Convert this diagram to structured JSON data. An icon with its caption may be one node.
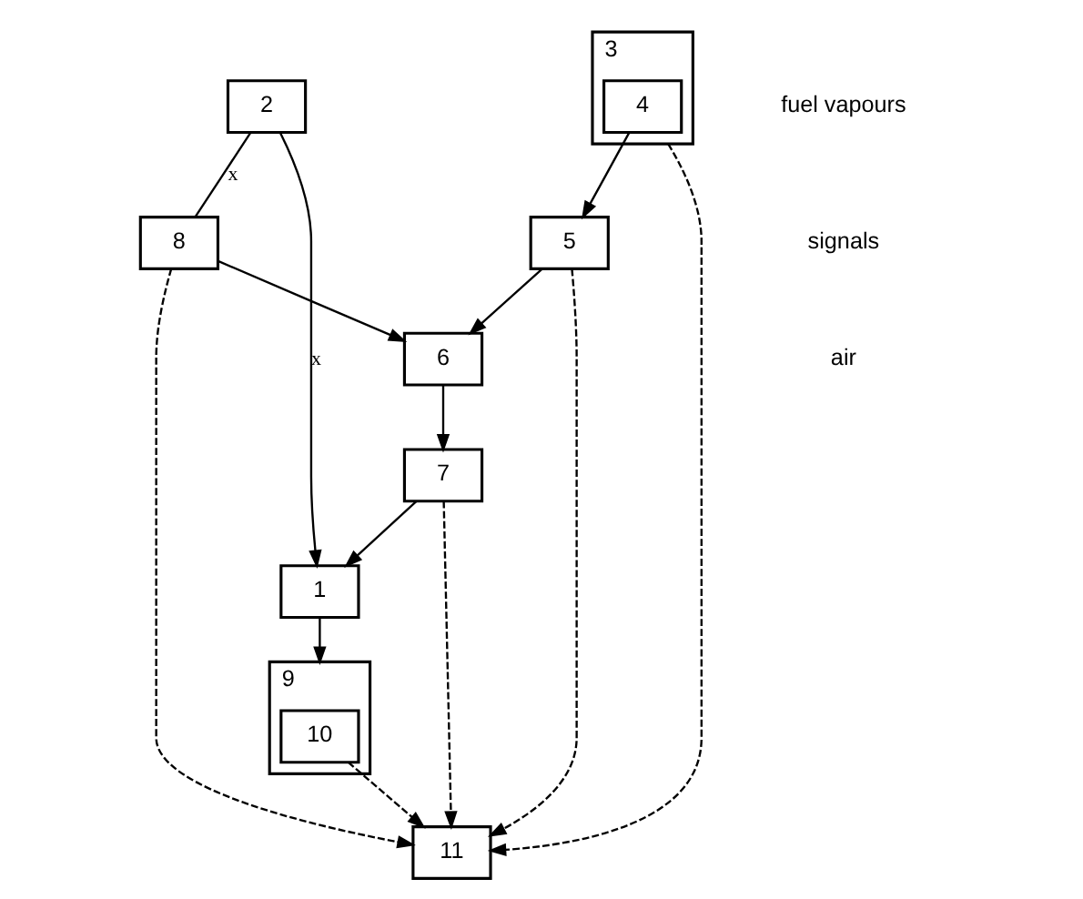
{
  "diagram": {
    "nodes": [
      {
        "text": [
          "2"
        ]
      },
      {
        "text": [
          "11"
        ]
      },
      {
        "text": [
          "8"
        ]
      },
      {
        "text": [
          "7"
        ]
      },
      {
        "text": [
          "1"
        ]
      },
      {
        "text": [
          "6"
        ]
      },
      {
        "text": [
          "5"
        ]
      },
      {
        "text": [
          "3"
        ]
      },
      {
        "text": [
          "4"
        ],
        "in": 7
      },
      {
        "text": [
          "9"
        ]
      },
      {
        "text": [
          "10"
        ],
        "in": 9
      }
    ],
    "edges": [
      {
        "from": 0,
        "to": 2,
        "arrow": "none",
        "label": "x"
      },
      {
        "from": 0,
        "to": 4,
        "arrow": "to",
        "label": "x"
      },
      {
        "from": 3,
        "to": 4,
        "arrow": "to"
      },
      {
        "from": 2,
        "to": 5,
        "arrow": "to"
      },
      {
        "from": 5,
        "to": 3,
        "arrow": "to"
      },
      {
        "from": 3,
        "to": 1,
        "arrow": "to",
        "style": "dashed"
      },
      {
        "from": 2,
        "to": 1,
        "arrow": "to",
        "style": "dashed"
      },
      {
        "from": 6,
        "to": 5,
        "arrow": "to"
      },
      {
        "from": 6,
        "to": 1,
        "arrow": "to",
        "style": "dashed"
      },
      {
        "from": 8,
        "to": 6,
        "arrow": "to"
      },
      {
        "from": 7,
        "to": 1,
        "arrow": "to",
        "style": "dashed"
      },
      {
        "from": 10,
        "to": 1,
        "arrow": "to",
        "style": "dashed"
      },
      {
        "from": 4,
        "to": 9,
        "arrow": "to"
      }
    ],
    "legend": [
      {
        "text": "fuel vapours"
      },
      {
        "text": "signals"
      },
      {
        "text": "air"
      }
    ]
  }
}
